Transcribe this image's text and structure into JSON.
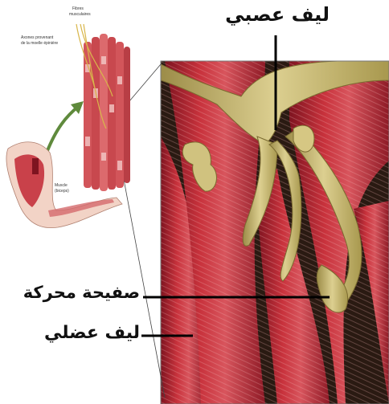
{
  "labels": {
    "nerve_fiber": "ليف عصبي",
    "motor_end_plate": "صفيحة محركة",
    "muscle_fiber": "ليف عضلي"
  },
  "small_labels": {
    "muscle_fibers_line1": "Fibres",
    "muscle_fibers_line2": "musculaires",
    "axons_line1": "Axones provenant",
    "axons_line2": "de la moelle épinière",
    "muscle_line1": "Muscle",
    "muscle_line2": "(biceps)"
  },
  "colors": {
    "muscle_red": "#c8323c",
    "muscle_dark": "#7e1420",
    "nerve_khaki": "#cfc07e",
    "nerve_shadow": "#8c7c3e",
    "arrow_green": "#5f8a3c"
  }
}
